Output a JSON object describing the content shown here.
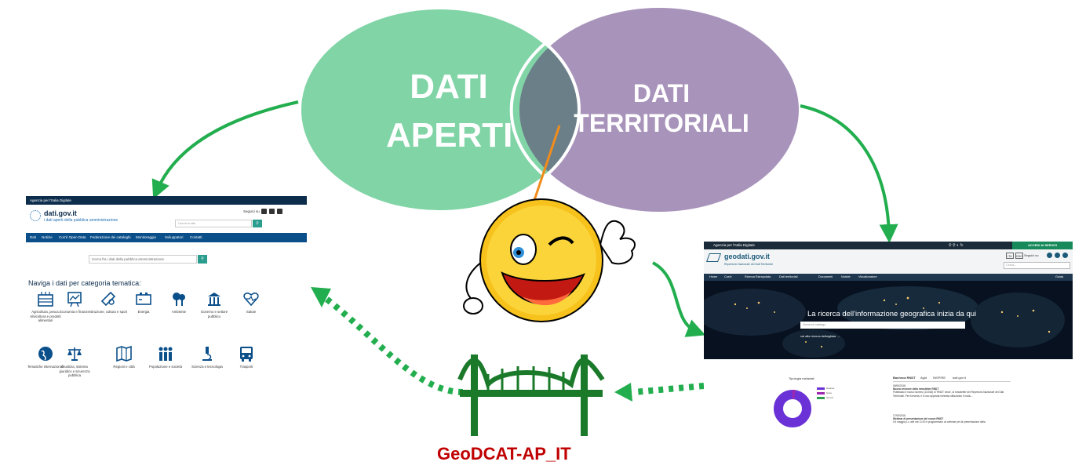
{
  "venn": {
    "left_label_line1": "DATI",
    "left_label_line2": "APERTI",
    "right_label_line1": "DATI",
    "right_label_line2": "TERRITORIALI",
    "left_color": "#80d4a6",
    "right_color": "#a893bb",
    "overlap_color": "#6b7f88"
  },
  "bridge_label": "GeoDCAT-AP_IT",
  "colors": {
    "arrow": "#22ae4e",
    "bridge": "#1a7a2a",
    "label": "#c00000"
  },
  "left_site": {
    "agency": "Agenzia per l'Italia Digitale",
    "logo_title": "dati.gov.it",
    "logo_subtitle": "i dati aperti della pubblica amministrazione",
    "follow": "Seguici su",
    "search_small_placeholder": "Cerca in sito",
    "nav": [
      "Dati",
      "Notizie",
      "Cos'è Open Data",
      "Federazione dei cataloghi",
      "Monitoraggio",
      "Sviluppatori",
      "Contatti"
    ],
    "search_placeholder": "Cerca fra i dati della pubblica amministrazione",
    "categories_heading": "Naviga i dati per categoria tematica:",
    "categories": [
      {
        "label": "Agricoltura, pesca, silvicoltura e prodotti alimentari",
        "icon": "agriculture-icon"
      },
      {
        "label": "Economia e finanze",
        "icon": "chart-board-icon"
      },
      {
        "label": "Istruzione, cultura e sport",
        "icon": "diploma-icon"
      },
      {
        "label": "Energia",
        "icon": "battery-icon"
      },
      {
        "label": "Ambiente",
        "icon": "trees-icon"
      },
      {
        "label": "Governo e settore pubblico",
        "icon": "government-building-icon"
      },
      {
        "label": "Salute",
        "icon": "heart-pulse-icon"
      },
      {
        "label": "Tematiche internazionali",
        "icon": "globe-icon"
      },
      {
        "label": "Giustizia, sistema giuridico e sicurezza pubblica",
        "icon": "scales-icon"
      },
      {
        "label": "Regioni e città",
        "icon": "map-icon"
      },
      {
        "label": "Popolazione e società",
        "icon": "people-icon"
      },
      {
        "label": "Scienza e tecnologia",
        "icon": "microscope-icon"
      },
      {
        "label": "Trasporti",
        "icon": "bus-icon"
      }
    ]
  },
  "right_site": {
    "agency": "Agenzia per l'Italia Digitale",
    "access_button": "ACCEDI AI SERVIZI",
    "logo_title": "geodati.gov.it",
    "logo_subtitle": "Repertorio Nazionale dei Dati Territoriali",
    "lang": [
      "ITA",
      "ENG"
    ],
    "follow": "Seguici su",
    "search_small_placeholder": "Cerca...",
    "nav": [
      "Home",
      "Cos'è",
      "Ricerca Estrapolata",
      "Dati territoriali",
      "Documenti",
      "Notizie",
      "Visualizzatore"
    ],
    "guide": "Guida",
    "hero_title": "La ricerca dell'informazione geografica inizia da qui",
    "hero_search_placeholder": "Cerca nel catalogo",
    "hero_link": "vai alla ricerca dettagliata →",
    "donut_title": "Tipologia metadati",
    "donut_legend": [
      "Dataset",
      "Serie",
      "Servizi"
    ],
    "donut_colors": [
      "#6a32d6",
      "#9c27b0",
      "#2e9d4e"
    ],
    "tabs": [
      "Bacheca RNDT",
      "Agid",
      "INSPIRE",
      "dati.gov.it"
    ],
    "news": [
      {
        "date": "05/06/2018",
        "title": "Nuova versione della newsletter RNDT",
        "body": "Pubblicato il nuovo numero (1/2018) di 'RNDT news', la newsletter del Repertorio Nazionale dei Dati Territoriali. Per riceverla, è in uso apposita richiesta utilizzando il modu..."
      },
      {
        "date": "17/05/2018",
        "title": "Webinar di presentazione del nuovo RNDT",
        "body": "Il 6 maggio p.v. alle ore 11:00 è programmato un webinar per la presentazione della"
      }
    ]
  }
}
